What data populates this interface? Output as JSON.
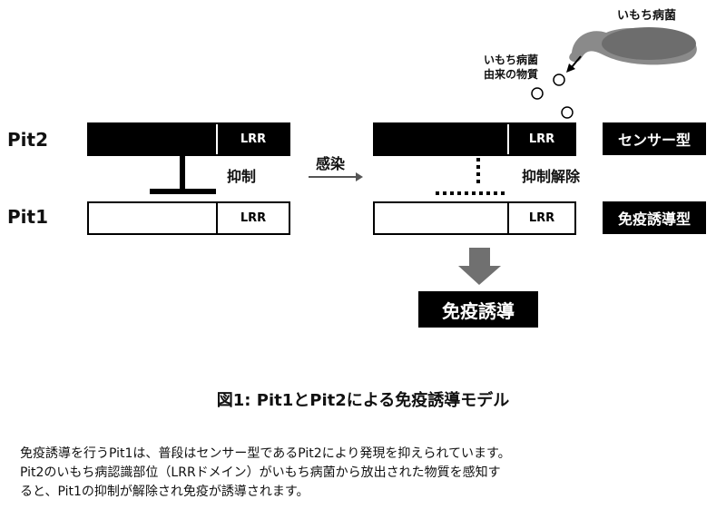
{
  "diagram": {
    "pathogen_label": "いもち病菌",
    "pathogen_substance_label_line1": "いもち病菌",
    "pathogen_substance_label_line2": "由来の物質",
    "row_labels": {
      "pit2": "Pit2",
      "pit1": "Pit1"
    },
    "lrr_label": "LRR",
    "suppression_label": "抑制",
    "infection_label": "感染",
    "release_label": "抑制解除",
    "sensor_tag": "センサー型",
    "inducer_tag": "免疫誘導型",
    "result_label": "免疫誘導",
    "colors": {
      "black": "#000000",
      "white": "#ffffff",
      "arrow_gray": "#707070",
      "pathogen_gray": "#8a8a8a"
    }
  },
  "caption": "図1: Pit1とPit2による免疫誘導モデル",
  "description": {
    "line1": "免疫誘導を行うPit1は、普段はセンサー型であるPit2により発現を抑えられています。",
    "line2": "Pit2のいもち病認識部位（LRRドメイン）がいもち病菌から放出された物質を感知す",
    "line3": "ると、Pit1の抑制が解除され免疫が誘導されます。"
  }
}
